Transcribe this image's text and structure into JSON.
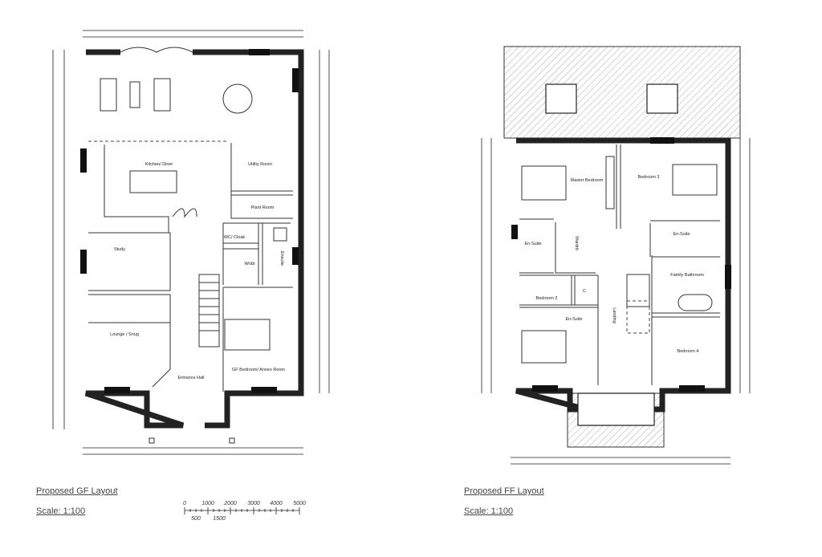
{
  "ground_floor": {
    "title": "Proposed GF Layout",
    "scale": "Scale: 1:100",
    "rooms": [
      "Kitchen/ Diner",
      "Utility Room",
      "Plant Room",
      "WC/ Cloak",
      "Ensuite",
      "Wrdb",
      "Study",
      "Lounge / Snug",
      "Entrance Hall",
      "GF Bedroom/ Annex Room"
    ]
  },
  "first_floor": {
    "title": "Proposed FF Layout",
    "scale": "Scale: 1:100",
    "rooms": [
      "Master Bedroom",
      "Bedroom 3",
      "En-Suite",
      "Wardrb",
      "En-Suite",
      "C",
      "Bedroom 2",
      "En-Suite",
      "Family Bathroom",
      "Landing",
      "Bedroom 4"
    ]
  },
  "scale_bar": {
    "top_ticks": [
      "0",
      "1000",
      "2000",
      "3000",
      "4000",
      "5000"
    ],
    "bottom_ticks": [
      "500",
      "1500"
    ]
  }
}
